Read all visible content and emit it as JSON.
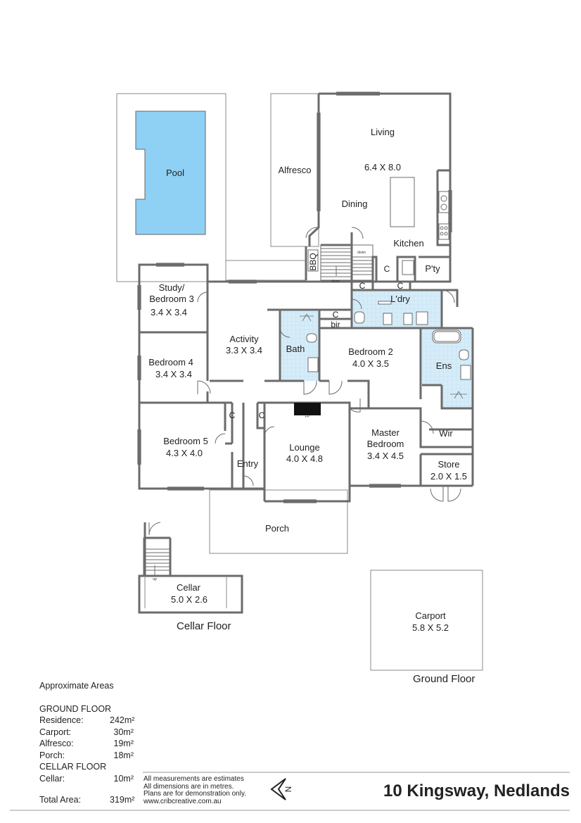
{
  "rooms": {
    "pool": "Pool",
    "alfresco": "Alfresco",
    "living": "Living",
    "living_dim": "6.4 X 8.0",
    "dining": "Dining",
    "kitchen": "Kitchen",
    "bbq": "BBQ",
    "c1": "C",
    "pty": "P'ty",
    "c2": "C",
    "c3": "C",
    "laundry": "L'dry",
    "study": "Study/\nBedroom 3",
    "study_dim": "3.4 X 3.4",
    "activity": "Activity",
    "activity_dim": "3.3 X 3.4",
    "c4": "C",
    "bir": "bir",
    "bath": "Bath",
    "bed2": "Bedroom 2",
    "bed2_dim": "4.0 X 3.5",
    "ens": "Ens",
    "bed4": "Bedroom 4",
    "bed4_dim": "3.4 X 3.4",
    "bed5": "Bedroom 5",
    "bed5_dim": "4.3 X 4.0",
    "c5": "C",
    "c6": "C",
    "fp": "FP",
    "lounge": "Lounge",
    "lounge_dim": "4.0 X 4.8",
    "entry": "Entry",
    "master": "Master\nBedroom",
    "master_dim": "3.4 X 4.5",
    "wir": "Wir",
    "store": "Store",
    "store_dim": "2.0 X 1.5",
    "porch": "Porch",
    "cellar": "Cellar",
    "cellar_dim": "5.0 X 2.6",
    "carport": "Carport",
    "carport_dim": "5.8 X 5.2",
    "down1": "down",
    "down2": "down",
    "up": "up"
  },
  "floors": {
    "cellar_floor": "Cellar Floor",
    "ground_floor": "Ground Floor"
  },
  "areas": {
    "title": "Approximate Areas",
    "ground_heading": "GROUND FLOOR",
    "ground": [
      {
        "label": "Residence:",
        "value": "242m²"
      },
      {
        "label": "Carport:",
        "value": "30m²"
      },
      {
        "label": "Alfresco:",
        "value": "19m²"
      },
      {
        "label": "Porch:",
        "value": "18m²"
      }
    ],
    "cellar_heading": "CELLAR FLOOR",
    "cellar": [
      {
        "label": "Cellar:",
        "value": "10m²"
      }
    ],
    "total": {
      "label": "Total Area:",
      "value": "319m²"
    }
  },
  "notes": [
    "All measurements are estimates",
    "All dimensions are in metres.",
    "Plans are for demonstration only.",
    "www.cribcreative.com.au"
  ],
  "north_icon": "north-arrow-icon",
  "north_letter": "N",
  "address": "10 Kingsway, Nedlands",
  "colors": {
    "wall": "#6b6b6b",
    "pool_water": "#8fd0f5",
    "wet_area_tile": "#d6ecf8",
    "fireplace": "#111111"
  }
}
